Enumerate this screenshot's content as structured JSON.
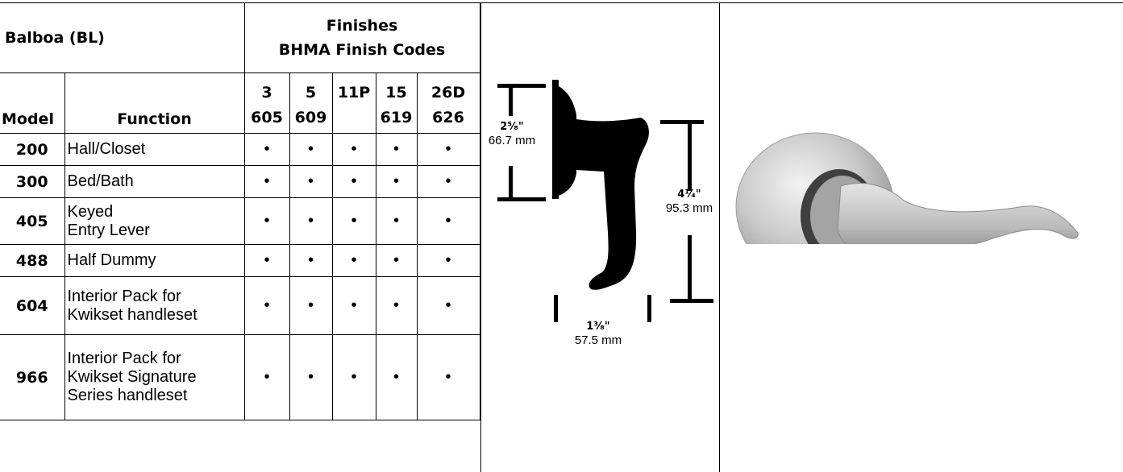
{
  "table": {
    "brand": "Balboa (BL)",
    "finishes_title": "Finishes",
    "finishes_subtitle": "BHMA Finish Codes",
    "model_header": "Model",
    "function_header": "Function",
    "finish_codes": [
      {
        "code": "3",
        "bhma": "605"
      },
      {
        "code": "5",
        "bhma": "609"
      },
      {
        "code": "11P",
        "bhma": ""
      },
      {
        "code": "15",
        "bhma": "619"
      },
      {
        "code": "26D",
        "bhma": "626"
      }
    ],
    "rows": [
      {
        "model": "200",
        "function": "Hall/Closet",
        "marks": [
          "•",
          "•",
          "•",
          "•",
          "•"
        ]
      },
      {
        "model": "300",
        "function": "Bed/Bath",
        "marks": [
          "•",
          "•",
          "•",
          "•",
          "•"
        ]
      },
      {
        "model": "405",
        "function": "Keyed\nEntry Lever",
        "marks": [
          "•",
          "•",
          "•",
          "•",
          "•"
        ]
      },
      {
        "model": "488",
        "function": "Half Dummy",
        "marks": [
          "•",
          "•",
          "•",
          "•",
          "•"
        ]
      },
      {
        "model": "604",
        "function": "Interior Pack for\nKwikset handleset",
        "marks": [
          "•",
          "•",
          "•",
          "•",
          "•"
        ]
      },
      {
        "model": "966",
        "function": "Interior Pack for\nKwikset Signature\nSeries handleset",
        "marks": [
          "•",
          "•",
          "•",
          "•",
          "•"
        ]
      }
    ]
  },
  "dimensions": {
    "rose_fraction": "2⁵⁄₈\"",
    "rose_mm": "66.7 mm",
    "height_fraction": "4¹⁄₄\"",
    "height_mm": "95.3 mm",
    "projection_fraction": "1³⁄₈\"",
    "projection_mm": "57.5 mm"
  }
}
